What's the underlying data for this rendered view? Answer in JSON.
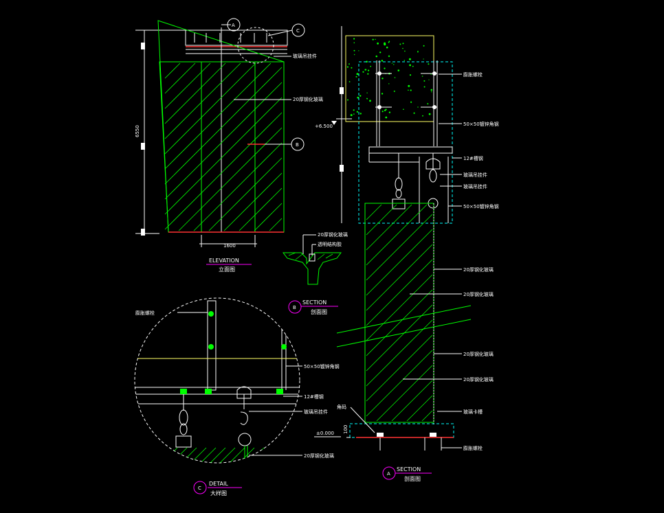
{
  "elevation": {
    "title": "ELEVATION",
    "subtitle": "立面图",
    "dim_height": "6550",
    "dim_width": "1600",
    "label_glass_hanger": "玻璃吊挂件",
    "label_glass": "20厚钢化玻璃",
    "callout_a": "A",
    "callout_b": "B",
    "callout_c": "C"
  },
  "section_b": {
    "title": "SECTION",
    "subtitle": "剖面图",
    "marker": "B",
    "label_glass": "20厚钢化玻璃",
    "label_sealant": "透明结构胶"
  },
  "section_a": {
    "title": "SECTION",
    "subtitle": "剖面图",
    "marker": "A",
    "label_anchor_bolt": "膨胀螺栓",
    "label_angle_top": "50×50镀锌角钢",
    "level_top": "+6.500",
    "label_channel": "12#槽钢",
    "label_hanger1": "玻璃吊挂件",
    "label_hanger2": "玻璃吊挂件",
    "label_angle_mid": "50×50镀锌角钢",
    "label_glass1": "20厚钢化玻璃",
    "label_glass2": "20厚钢化玻璃",
    "label_glass3": "20厚钢化玻璃",
    "label_glass4": "20厚钢化玻璃",
    "label_angle_code": "角码",
    "label_glass_clip": "玻璃卡槽",
    "level_bottom": "±0.000",
    "dim_bottom": "100",
    "label_anchor_bottom": "膨胀螺栓"
  },
  "detail_c": {
    "title": "DETAIL",
    "subtitle": "大样图",
    "marker": "C",
    "label_anchor_bolt": "膨胀螺栓",
    "label_angle": "50×50镀锌角钢",
    "label_channel": "12#槽钢",
    "label_hanger": "玻璃吊挂件",
    "label_glass": "20厚钢化玻璃"
  },
  "colors": {
    "background": "#000000",
    "lines": "#00ff00",
    "text": "#ffffff",
    "accent": "#ff00ff",
    "slab": "#ffff66",
    "dashed": "#00ffff"
  }
}
